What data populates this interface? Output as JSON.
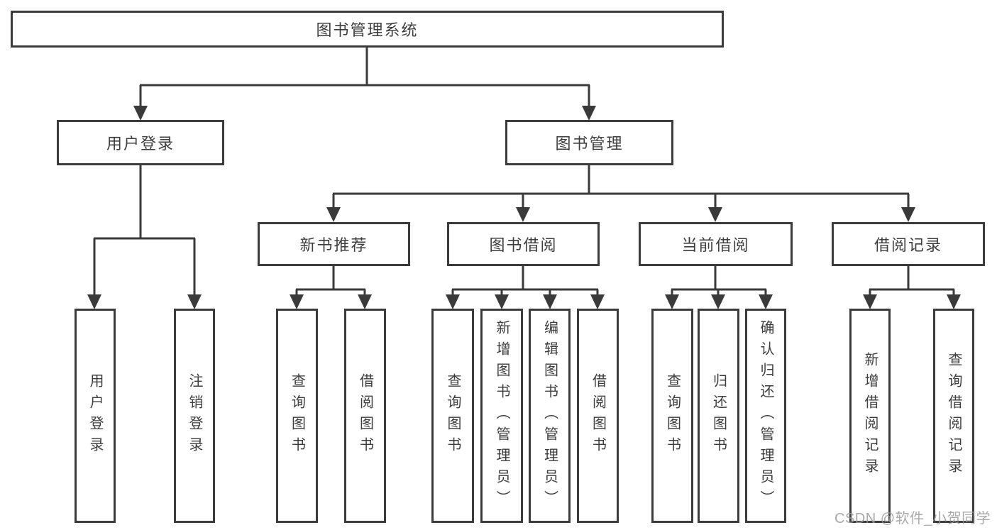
{
  "nodes": {
    "root": {
      "label": "图书管理系统"
    },
    "level2": [
      {
        "id": "user-login",
        "label": "用户登录"
      },
      {
        "id": "book-management",
        "label": "图书管理"
      }
    ],
    "level3": [
      {
        "id": "new-book-recommendation",
        "label": "新书推荐"
      },
      {
        "id": "book-borrowing",
        "label": "图书借阅"
      },
      {
        "id": "current-borrowing",
        "label": "当前借阅"
      },
      {
        "id": "borrowing-records",
        "label": "借阅记录"
      }
    ],
    "leaves": [
      {
        "id": "user-login-leaf",
        "label": "用户登录"
      },
      {
        "id": "logout",
        "label": "注销登录"
      },
      {
        "id": "query-books-recommend",
        "label": "查询图书"
      },
      {
        "id": "borrow-books-recommend",
        "label": "借阅图书"
      },
      {
        "id": "query-books-borrowing",
        "label": "查询图书"
      },
      {
        "id": "add-books-admin",
        "label": "新增图书（管理员）"
      },
      {
        "id": "edit-books-admin",
        "label": "编辑图书（管理员）"
      },
      {
        "id": "borrow-books-borrowing",
        "label": "借阅图书"
      },
      {
        "id": "query-books-current",
        "label": "查询图书"
      },
      {
        "id": "return-books",
        "label": "归还图书"
      },
      {
        "id": "confirm-return-admin",
        "label": "确认归还（管理员）"
      },
      {
        "id": "add-borrow-record",
        "label": "新增借阅记录"
      },
      {
        "id": "query-borrow-record",
        "label": "查询借阅记录"
      }
    ]
  },
  "watermark": {
    "text": "CSDN @软件_小贺同学"
  },
  "colors": {
    "line": "#3a3a3a",
    "border": "#3b3b3b",
    "text": "#3d3d3d",
    "background": "#ffffff",
    "watermark": "#9b9b9b"
  }
}
